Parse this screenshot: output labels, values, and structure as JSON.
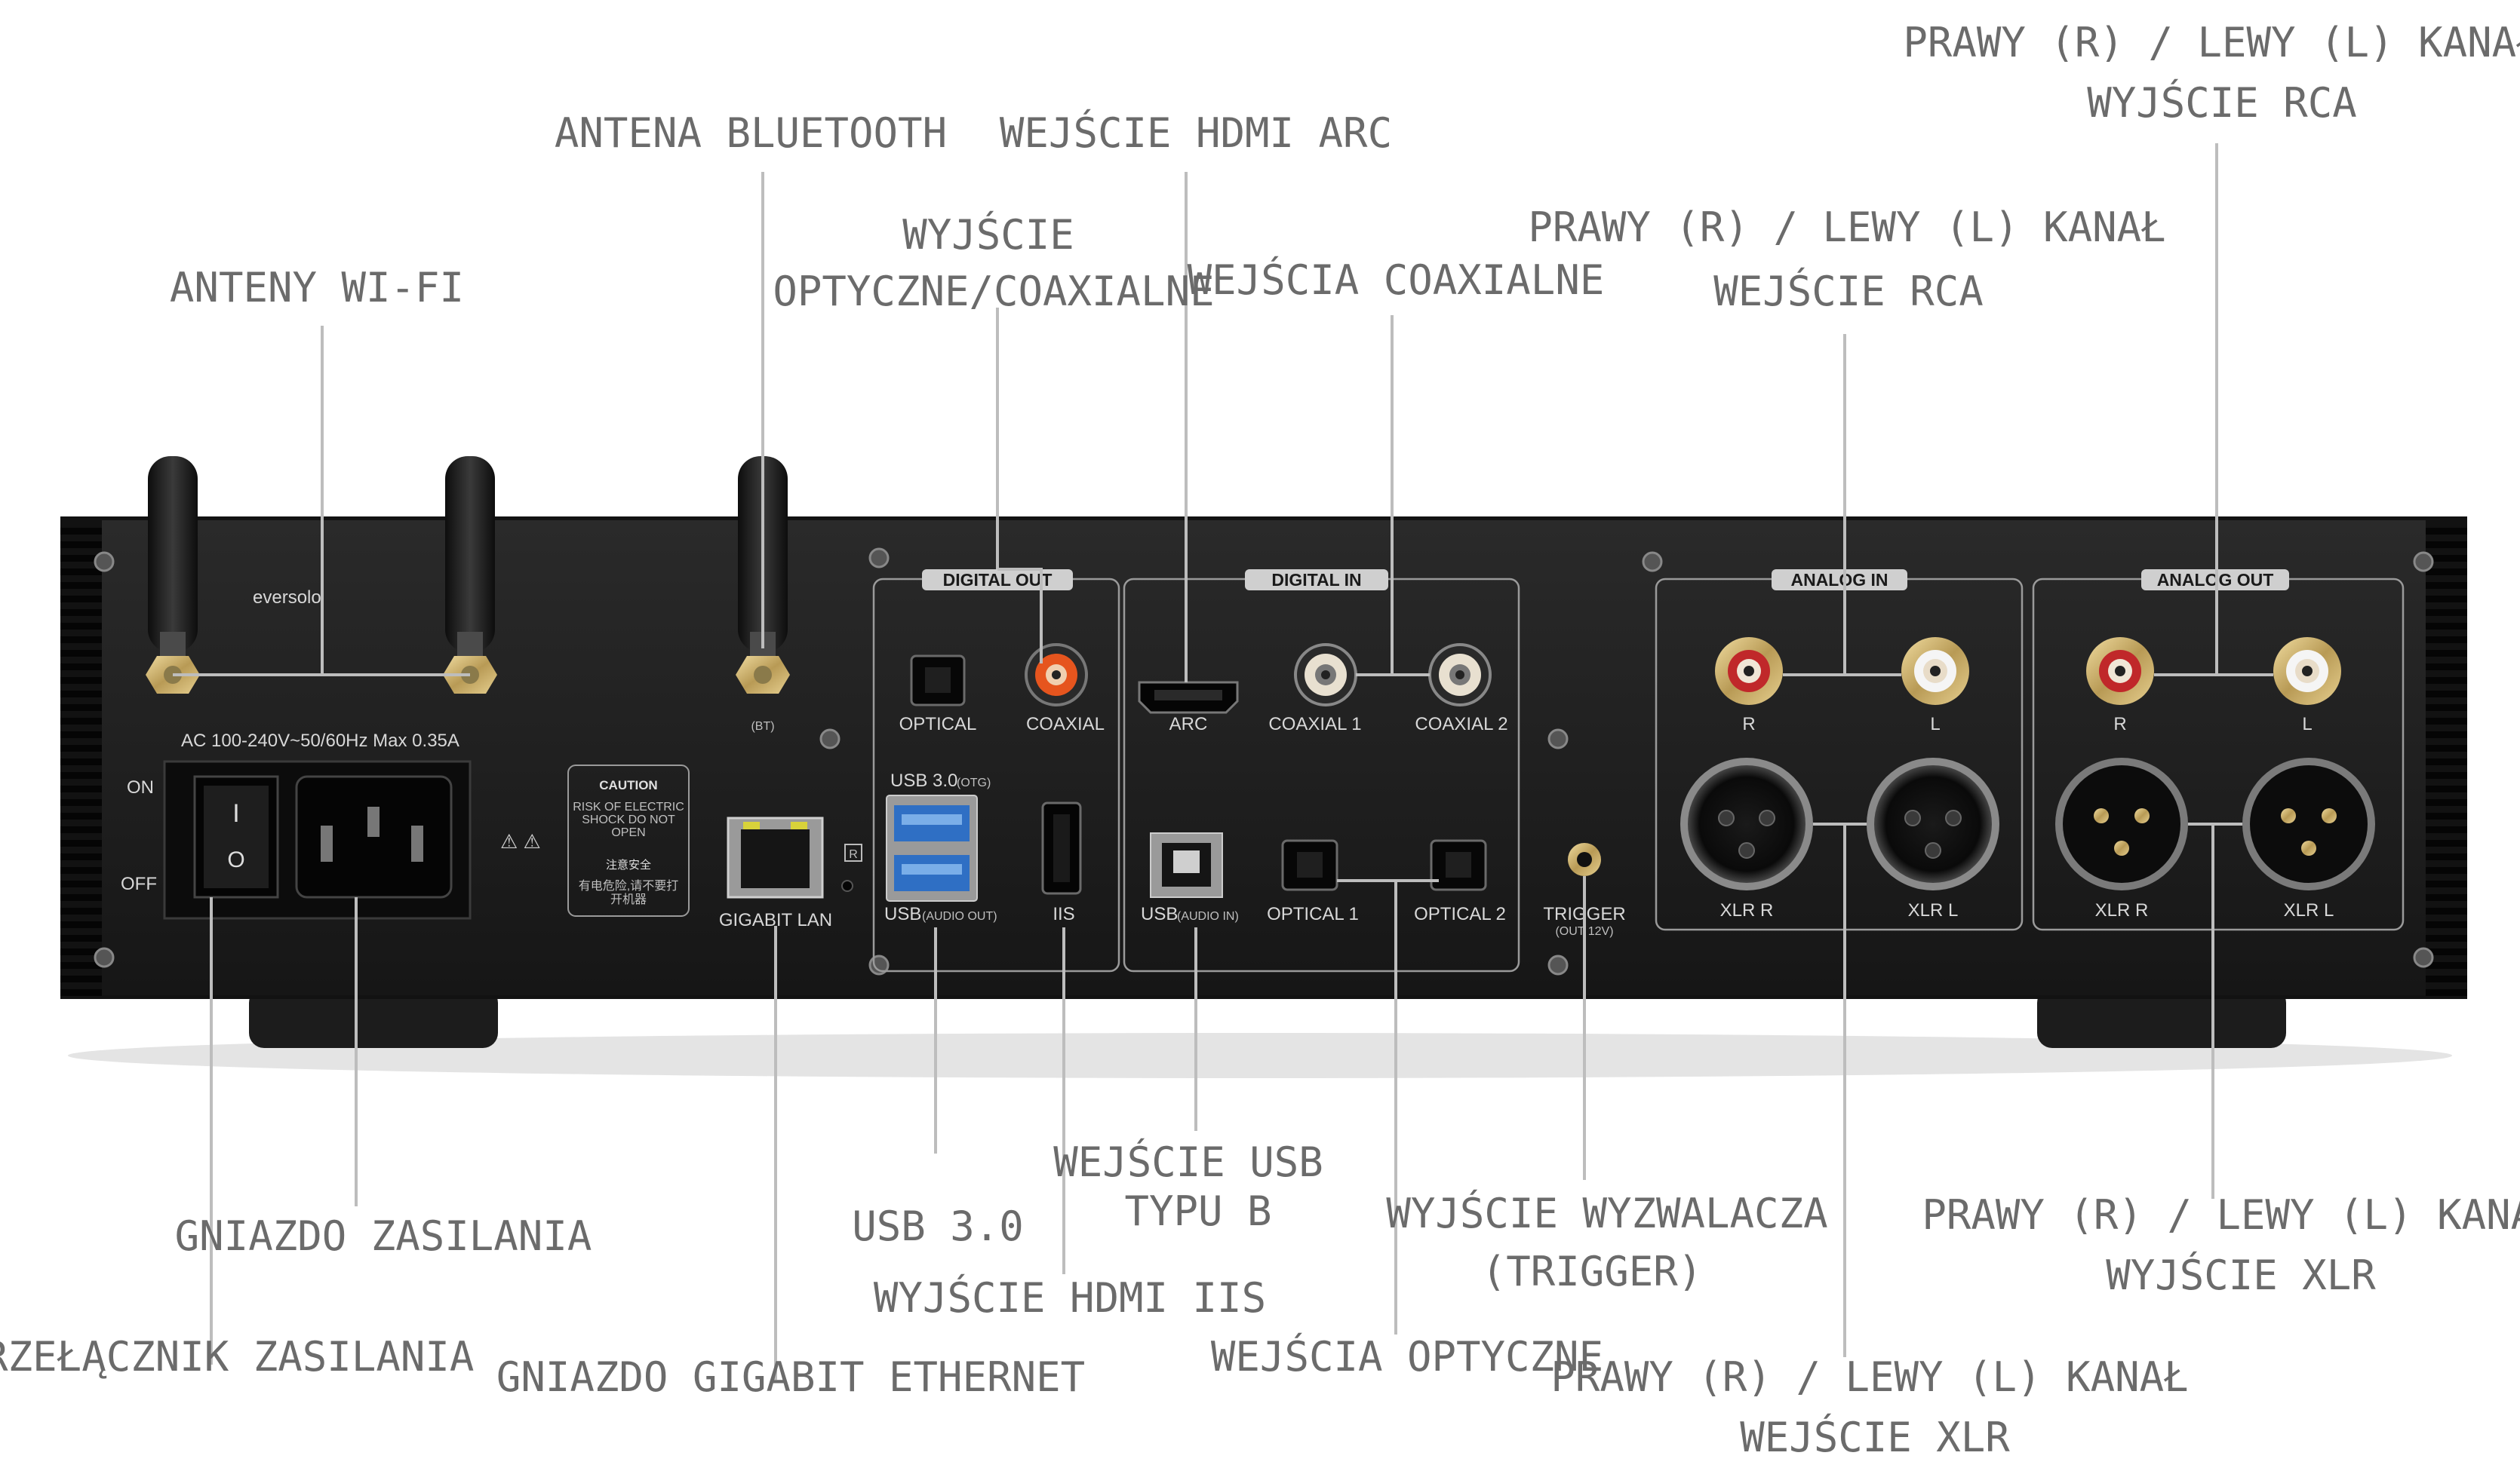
{
  "device": {
    "brand": "eversolo",
    "power_spec": "AC 100-240V~50/60Hz Max 0.35A",
    "switch_on": "ON",
    "switch_off": "OFF",
    "switch_on_glyph": "I",
    "switch_off_glyph": "O",
    "caution": {
      "title": "CAUTION",
      "line1": "RISK OF ELECTRIC",
      "line2": "SHOCK DO NOT",
      "line3": "OPEN",
      "zh_title": "注意安全",
      "zh_line1": "有电危险,请不要打",
      "zh_line2": "开机器"
    },
    "warning_symbols": "⚠ ⚠",
    "bt_tag": "(BT)",
    "gigabit_lan": "GIGABIT LAN",
    "r_mark": "R",
    "digital_out": "DIGITAL OUT",
    "digital_in": "DIGITAL IN",
    "analog_in": "ANALOG IN",
    "analog_out": "ANALOG OUT",
    "optical": "OPTICAL",
    "coaxial": "COAXIAL",
    "usb30_otg": "USB 3.0",
    "usb30_otg_suffix": "(OTG)",
    "usb_audio_out": "USB",
    "usb_audio_out_suffix": "(AUDIO OUT)",
    "iis": "IIS",
    "arc": "ARC",
    "coaxial1": "COAXIAL 1",
    "coaxial2": "COAXIAL 2",
    "usb_audio_in": "USB",
    "usb_audio_in_suffix": "(AUDIO IN)",
    "optical1": "OPTICAL 1",
    "optical2": "OPTICAL 2",
    "trigger": "TRIGGER",
    "trigger_sub": "(OUT 12V)",
    "r": "R",
    "l": "L",
    "xlr_r": "XLR R",
    "xlr_l": "XLR L"
  },
  "callouts": {
    "antena_bluetooth": "ANTENA BLUETOOTH",
    "hdmi_arc": "WEJŚCIE HDMI ARC",
    "anteny_wifi": "ANTENY WI-FI",
    "wyjscie_opt_line1": "WYJŚCIE",
    "wyjscie_opt_line2": "OPTYCZNE/COAXIALNE",
    "wejscia_coax": "WEJŚCIA COAXIALNE",
    "rca_in_line1": "PRAWY (R) / LEWY (L) KANAŁ",
    "rca_in_line2": "WEJŚCIE RCA",
    "rca_out_line1": "PRAWY (R) / LEWY (L) KANAŁ",
    "rca_out_line2": "WYJŚCIE RCA",
    "usb_b_line1": "WEJŚCIE USB",
    "usb_b_line2": "TYPU B",
    "gniazdo_zasilania": "GNIAZDO ZASILANIA",
    "usb30": "USB 3.0",
    "trigger_line1": "WYJŚCIE WYZWALACZA",
    "trigger_line2": "(TRIGGER)",
    "xlr_out_line1": "PRAWY (R) / LEWY (L) KANAŁ",
    "xlr_out_line2": "WYJŚCIE XLR",
    "hdmi_iis": "WYJŚCIE HDMI IIS",
    "przelacznik": "PRZEŁĄCZNIK ZASILANIA",
    "gigabit_eth": "GNIAZDO GIGABIT ETHERNET",
    "wejscia_opt": "WEJŚCIA OPTYCZNE",
    "xlr_in_line1": "PRAWY (R) / LEWY (L) KANAŁ",
    "xlr_in_line2": "WEJŚCIE XLR"
  }
}
